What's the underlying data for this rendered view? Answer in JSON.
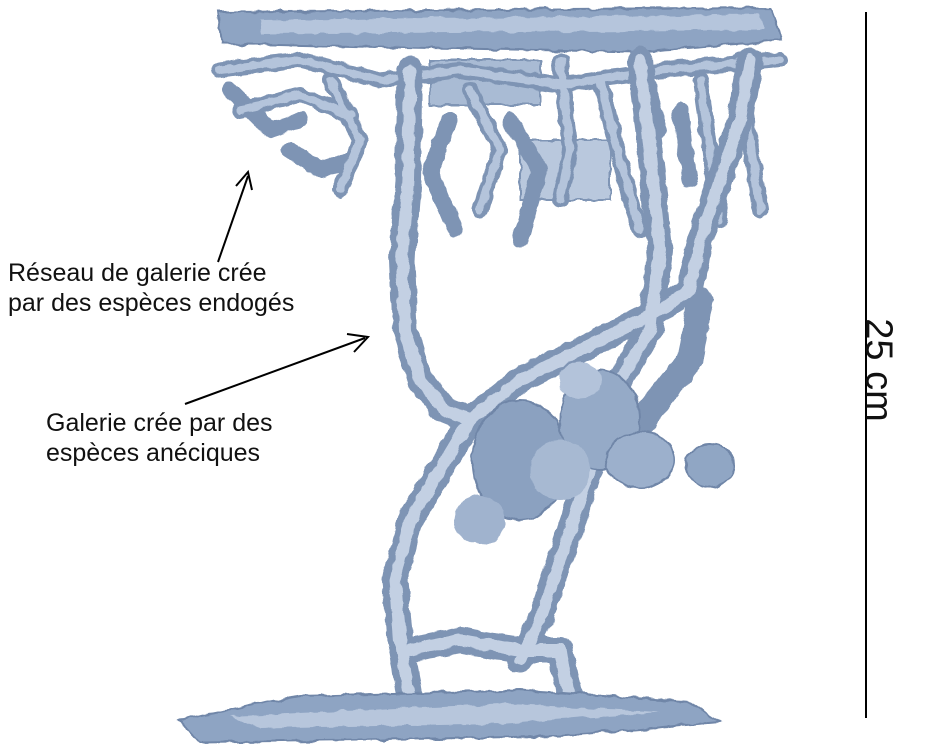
{
  "labels": {
    "endoge_line1": "Réseau de galerie crée",
    "endoge_line2": "par des espèces endogés",
    "aneciques_line1": "Galerie crée par des",
    "aneciques_line2": "espèces anéciques"
  },
  "scale": {
    "text": "25 cm"
  },
  "colors": {
    "burrow": "#9fb3cf",
    "burrow_light": "#c6d3e6",
    "burrow_dark": "#6f86a8",
    "text": "#111111",
    "line": "#000000"
  }
}
